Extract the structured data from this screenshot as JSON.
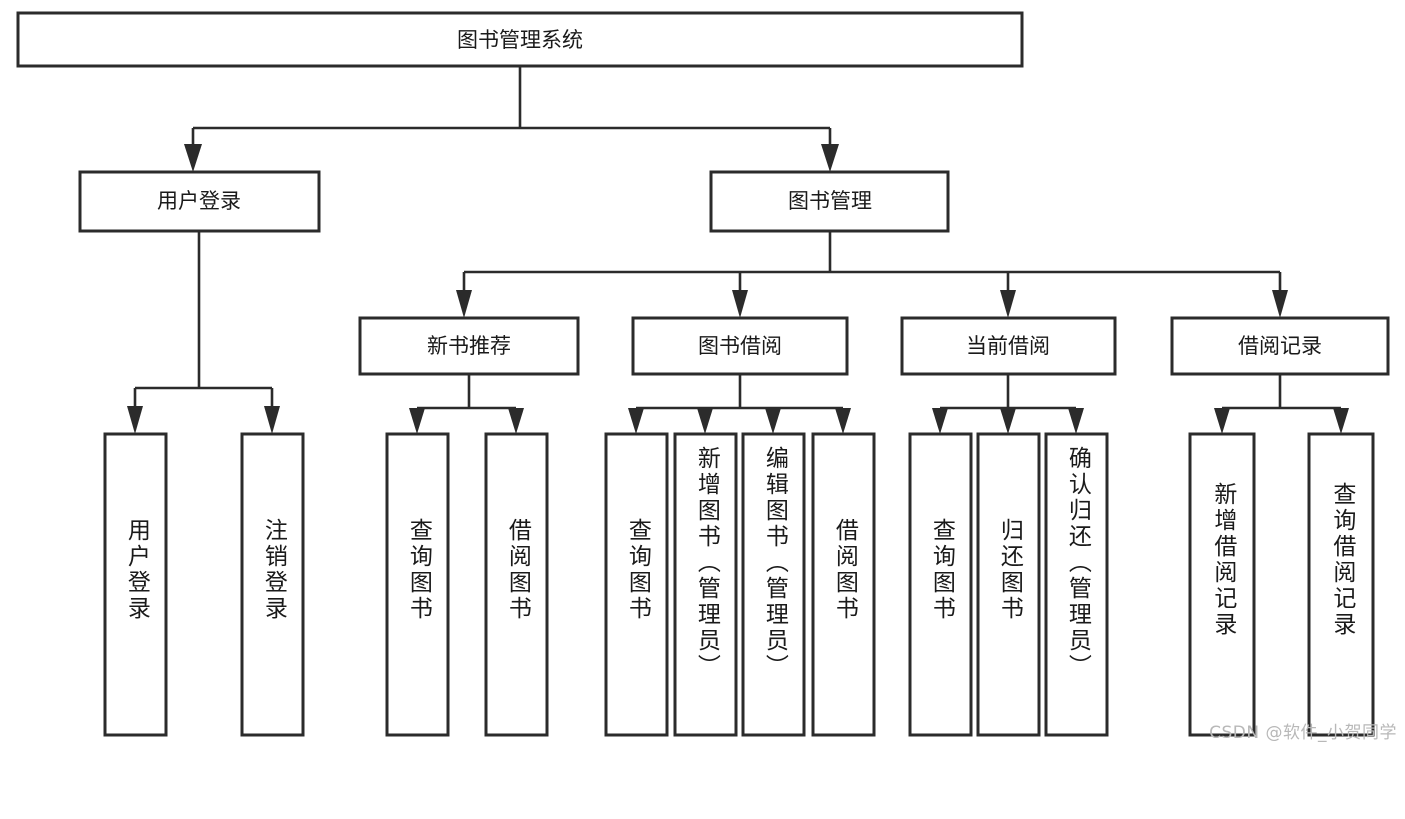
{
  "diagram": {
    "title": "图书管理系统",
    "type": "hierarchy-tree",
    "watermark": "CSDN @软件_小贺同学",
    "colors": {
      "background": "#ffffff",
      "box_fill": "#ffffff",
      "box_stroke": "#2b2b2b",
      "connector": "#2b2b2b",
      "text": "#1a1a1a",
      "watermark": "#b8b8b8"
    },
    "root": {
      "id": "root",
      "label": "图书管理系统",
      "level": 0
    },
    "level1": [
      {
        "id": "user-login",
        "label": "用户登录",
        "level": 1
      },
      {
        "id": "book-manage",
        "label": "图书管理",
        "level": 1
      }
    ],
    "level2": [
      {
        "id": "new-book-recommend",
        "label": "新书推荐",
        "parent": "book-manage",
        "level": 2
      },
      {
        "id": "book-borrow",
        "label": "图书借阅",
        "parent": "book-manage",
        "level": 2
      },
      {
        "id": "current-borrow",
        "label": "当前借阅",
        "parent": "book-manage",
        "level": 2
      },
      {
        "id": "borrow-record",
        "label": "借阅记录",
        "parent": "book-manage",
        "level": 2
      }
    ],
    "leaves": [
      {
        "id": "leaf-user-login",
        "label": "用户登录",
        "parent": "user-login"
      },
      {
        "id": "leaf-logout-login",
        "label": "注销登录",
        "parent": "user-login"
      },
      {
        "id": "leaf-query-book-1",
        "label": "查询图书",
        "parent": "new-book-recommend"
      },
      {
        "id": "leaf-borrow-book-1",
        "label": "借阅图书",
        "parent": "new-book-recommend"
      },
      {
        "id": "leaf-query-book-2",
        "label": "查询图书",
        "parent": "book-borrow"
      },
      {
        "id": "leaf-add-book",
        "label": "新增图书（管理员）",
        "parent": "book-borrow"
      },
      {
        "id": "leaf-edit-book",
        "label": "编辑图书（管理员）",
        "parent": "book-borrow"
      },
      {
        "id": "leaf-borrow-book-2",
        "label": "借阅图书",
        "parent": "book-borrow"
      },
      {
        "id": "leaf-query-book-3",
        "label": "查询图书",
        "parent": "current-borrow"
      },
      {
        "id": "leaf-return-book",
        "label": "归还图书",
        "parent": "current-borrow"
      },
      {
        "id": "leaf-confirm-return",
        "label": "确认归还（管理员）",
        "parent": "current-borrow"
      },
      {
        "id": "leaf-add-record",
        "label": "新增借阅记录",
        "parent": "borrow-record"
      },
      {
        "id": "leaf-query-record",
        "label": "查询借阅记录",
        "parent": "borrow-record"
      }
    ]
  }
}
